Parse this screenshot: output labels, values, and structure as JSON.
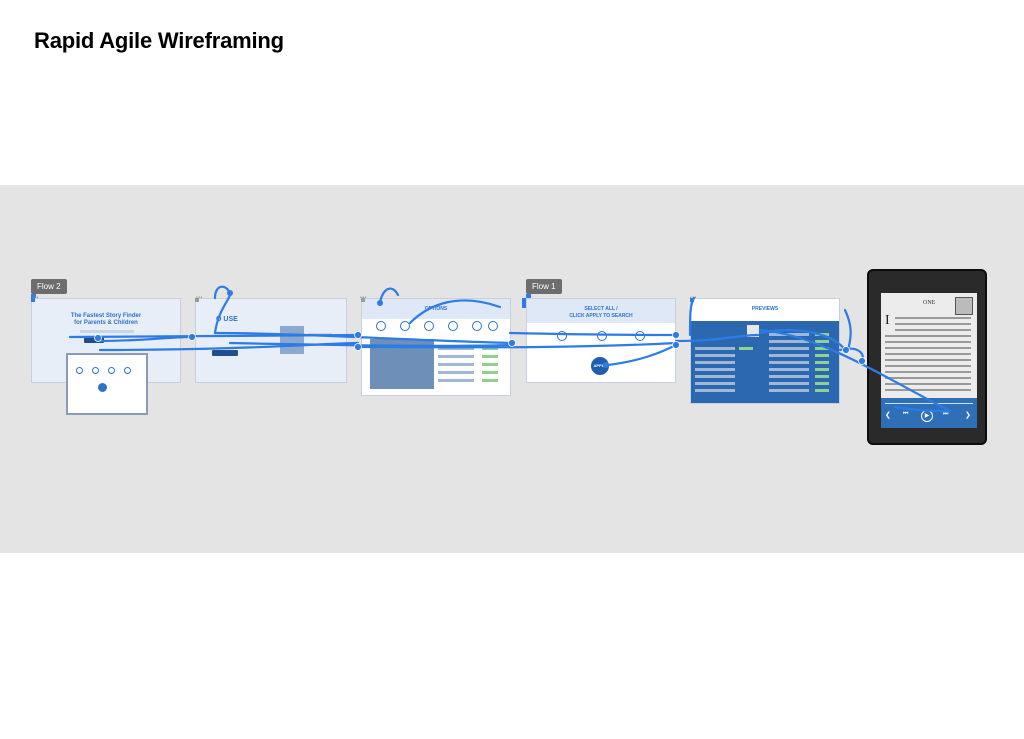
{
  "canvas": {
    "title": "Rapid Agile Wireframing",
    "accent": "#2d7be5",
    "background": "#e4e4e4"
  },
  "flows": [
    {
      "label": "Flow 2"
    },
    {
      "label": "Flow 1"
    }
  ],
  "frames": {
    "home": {
      "headline_1": "The Fastest Story Finder",
      "headline_2": "for Parents & Children"
    },
    "howto": {
      "heading": "O USE"
    },
    "options": {
      "heading": "OPTIONS"
    },
    "select": {
      "heading_1": "SELECT ALL /",
      "heading_2": "CLICK APPLY TO SEARCH",
      "apply": "APPLY"
    },
    "previews": {
      "heading": "PREVIEWS"
    },
    "reader": {
      "chapter": "ONE",
      "dropcap": "I"
    }
  }
}
